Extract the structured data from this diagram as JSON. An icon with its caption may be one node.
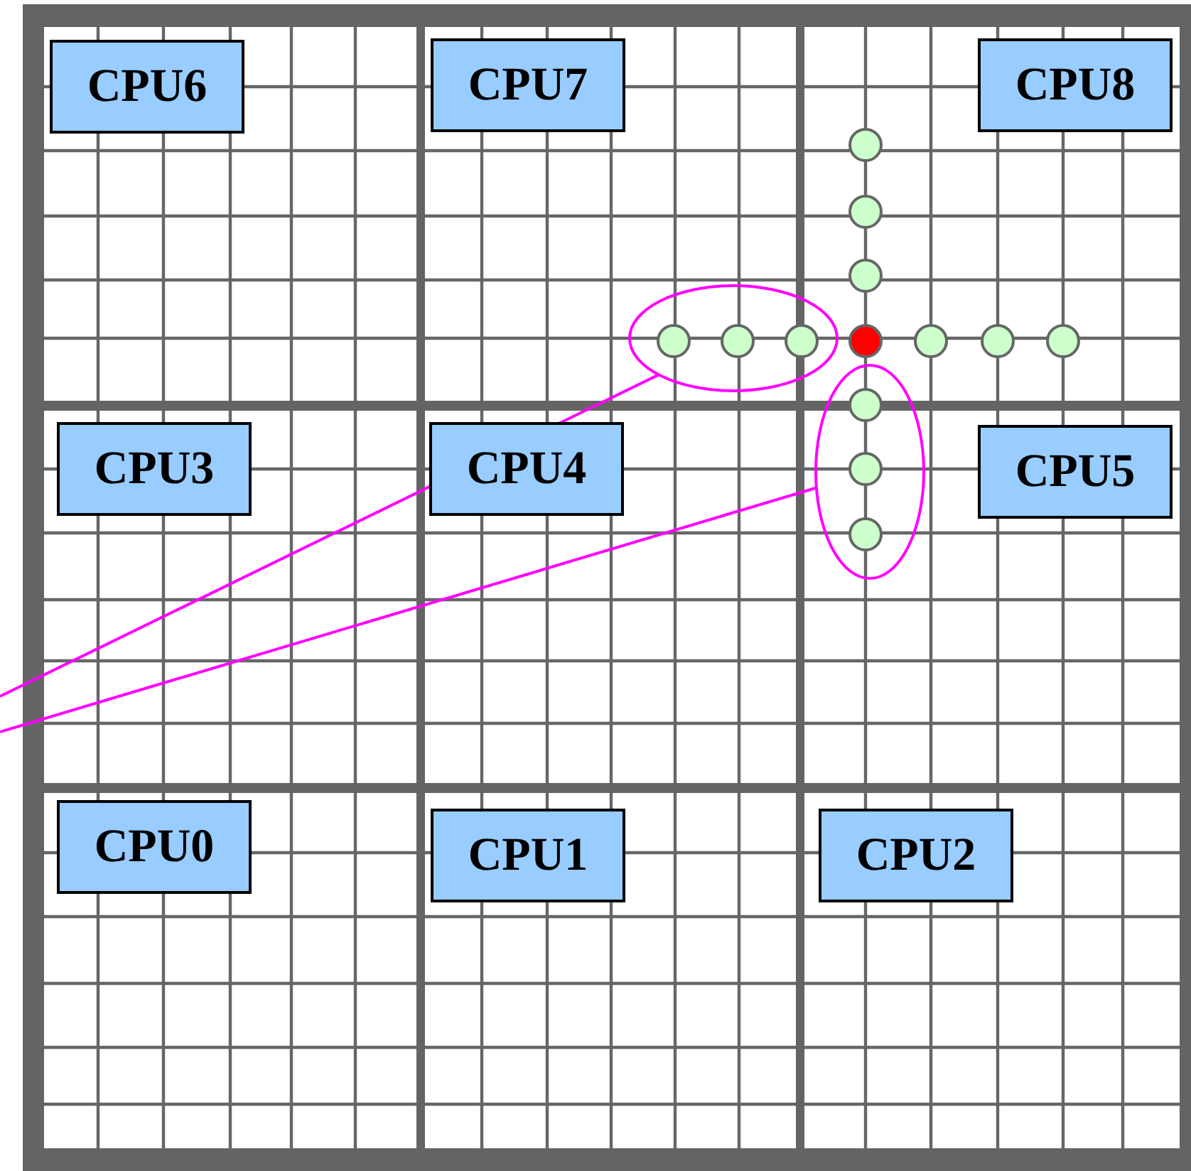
{
  "diagram": {
    "nodes": [
      {
        "text": [
          "CPU6"
        ]
      },
      {
        "text": [
          "CPU7"
        ]
      },
      {
        "text": [
          "CPU8"
        ]
      },
      {
        "text": [],
        "shape": "ellipse"
      },
      {
        "text": [],
        "shape": "ellipse"
      },
      {
        "text": [
          "CPU3"
        ]
      },
      {
        "text": [
          "CPU4"
        ]
      },
      {
        "text": [
          "CPU5"
        ]
      },
      {
        "text": [
          "CPU0"
        ]
      },
      {
        "text": [
          "CPU1"
        ]
      },
      {
        "text": [
          "CPU2"
        ]
      }
    ],
    "edges": [
      {
        "from": 3,
        "to": null,
        "arrow": "none"
      },
      {
        "from": 4,
        "to": null,
        "arrow": "none"
      }
    ]
  }
}
